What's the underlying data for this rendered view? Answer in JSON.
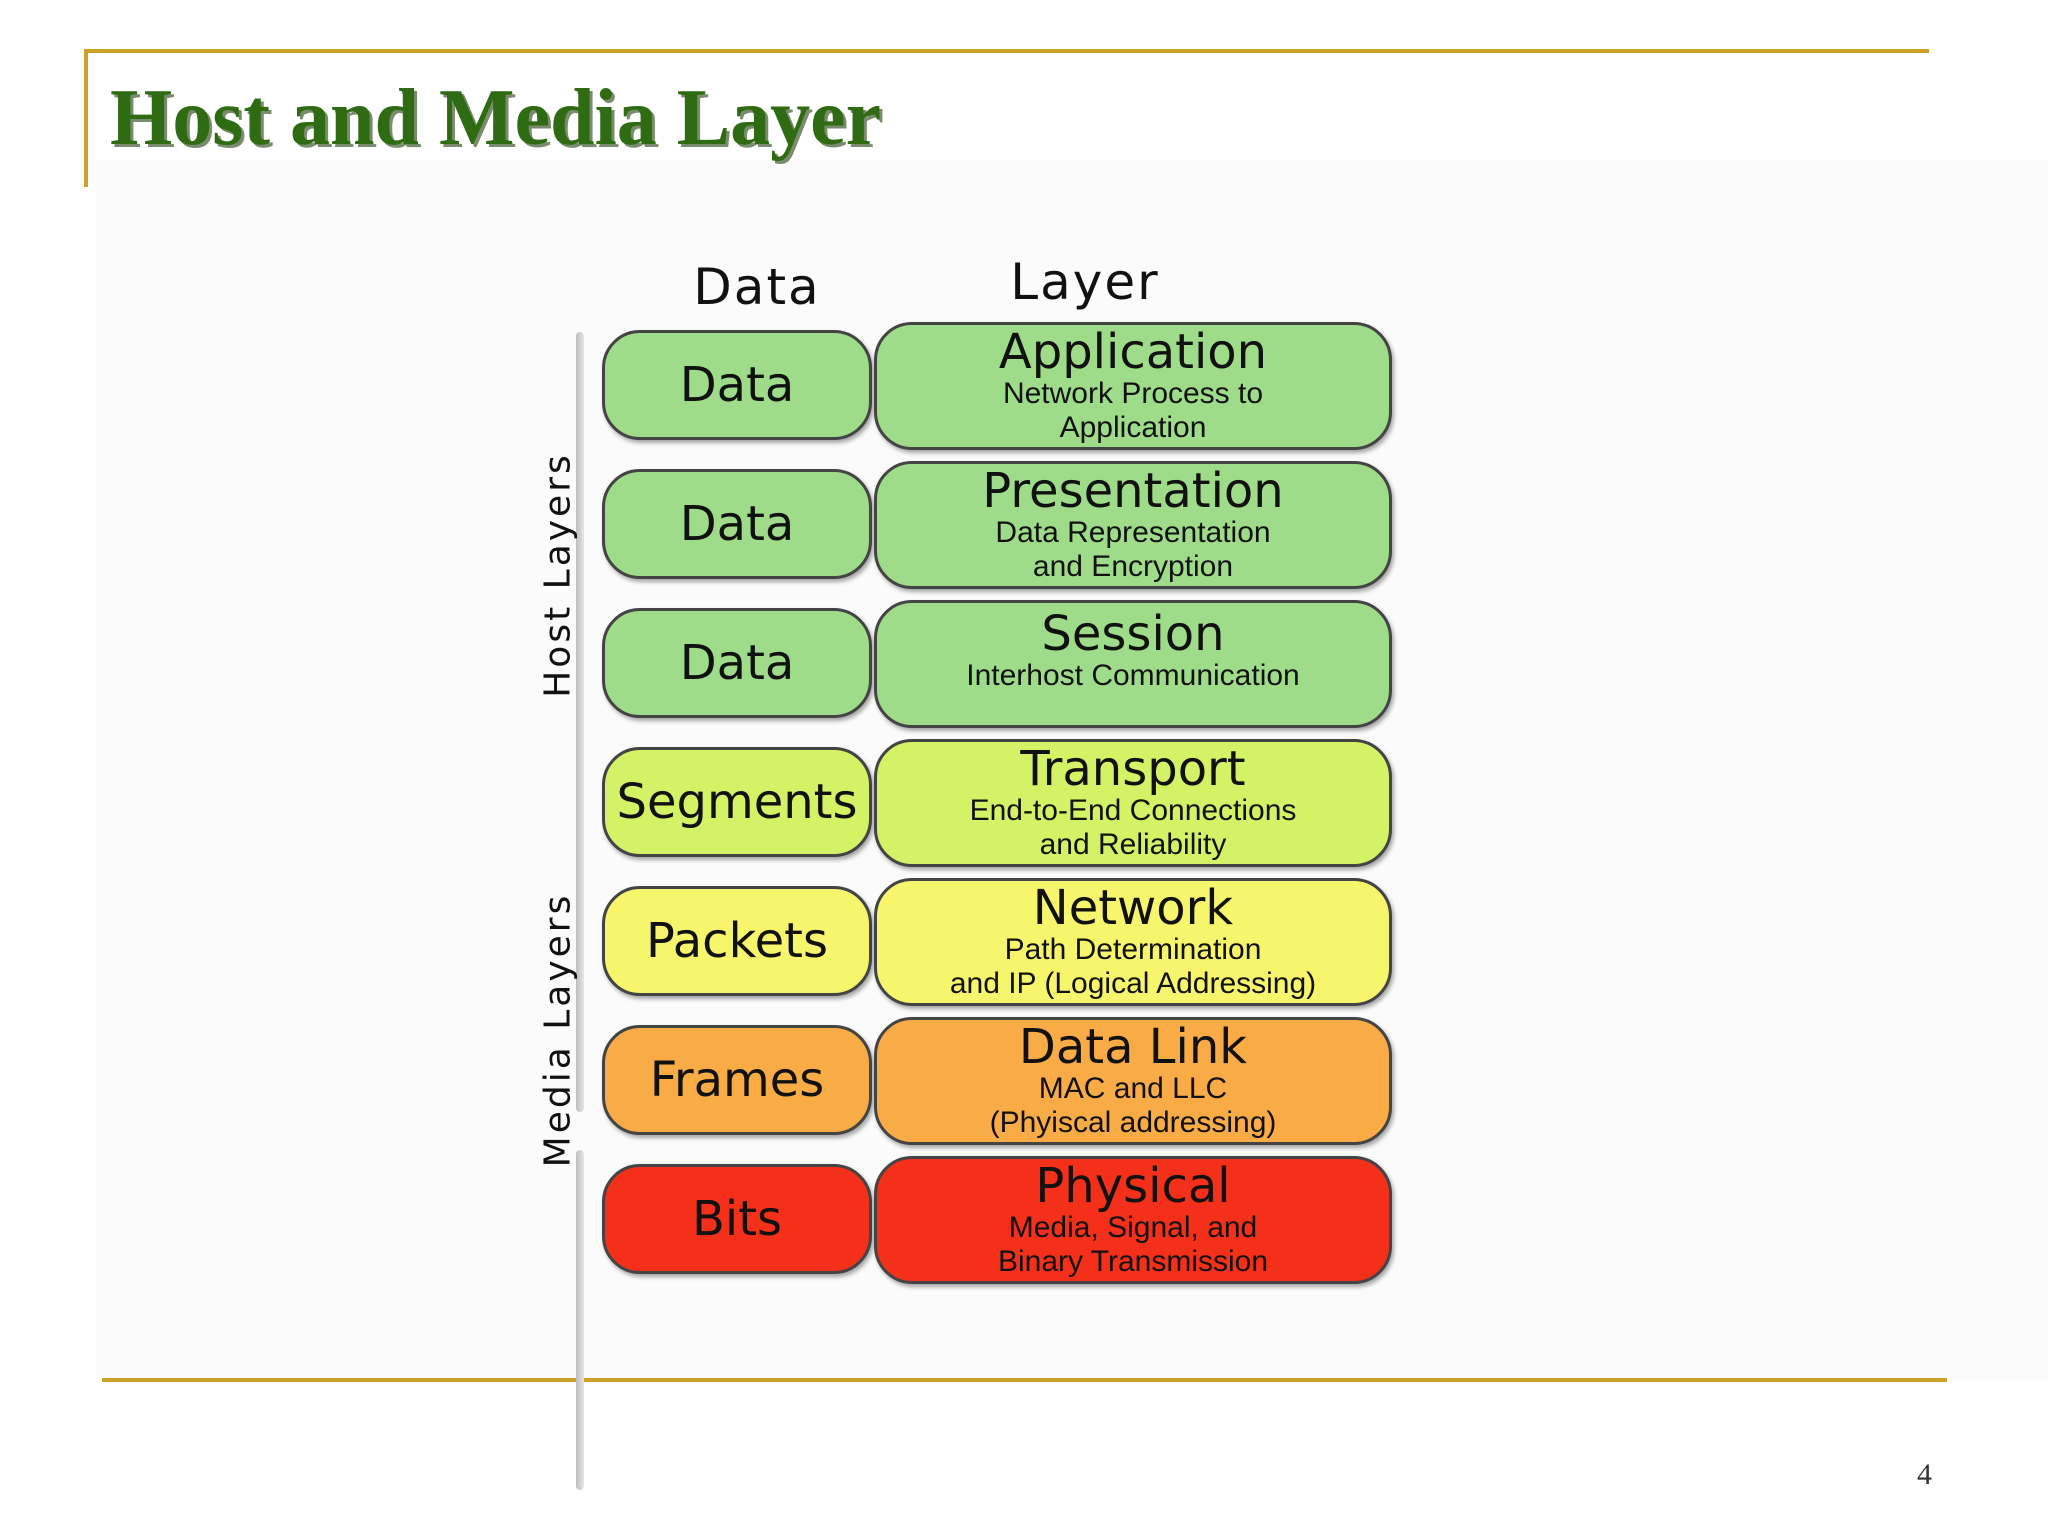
{
  "slide": {
    "title": "Host and Media Layer",
    "page_number": "4",
    "accent_color": "#c9a227",
    "title_color": "#2e6b12"
  },
  "diagram": {
    "data_header": "Data",
    "layer_header": "Layer",
    "host_label": "Host Layers",
    "media_label": "Media Layers",
    "rows": [
      {
        "data": "Data",
        "layer": "Application",
        "desc1": "Network Process to",
        "desc2": "Application",
        "color": "#9fdc8a"
      },
      {
        "data": "Data",
        "layer": "Presentation",
        "desc1": "Data Representation",
        "desc2": "and Encryption",
        "color": "#9fdc8a"
      },
      {
        "data": "Data",
        "layer": "Session",
        "desc1": "Interhost Communication",
        "desc2": "",
        "color": "#9fdc8a"
      },
      {
        "data": "Segments",
        "layer": "Transport",
        "desc1": "End-to-End Connections",
        "desc2": "and Reliability",
        "color": "#d4f266"
      },
      {
        "data": "Packets",
        "layer": "Network",
        "desc1": "Path Determination",
        "desc2": "and IP (Logical Addressing)",
        "color": "#f7f56c"
      },
      {
        "data": "Frames",
        "layer": "Data Link",
        "desc1": "MAC and LLC",
        "desc2": "(Phyiscal addressing)",
        "color": "#f9ac45"
      },
      {
        "data": "Bits",
        "layer": "Physical",
        "desc1": "Media, Signal, and",
        "desc2": "Binary Transmission",
        "color": "#f5301a"
      }
    ]
  }
}
